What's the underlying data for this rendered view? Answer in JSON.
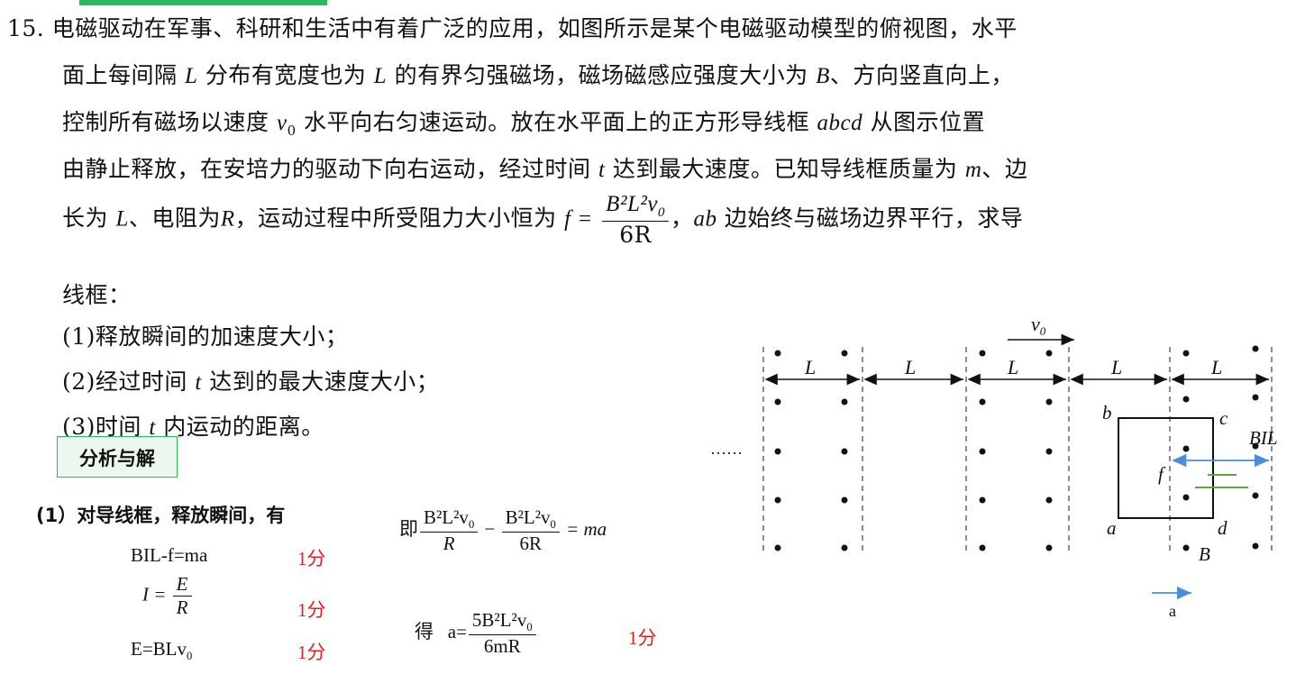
{
  "problem": {
    "number": "15.",
    "line1": "电磁驱动在军事、科研和生活中有着广泛的应用，如图所示是某个电磁驱动模型的俯视图，水平",
    "line2_a": "面上每间隔",
    "line2_b": "分布有宽度也为",
    "line2_c": "的有界匀强磁场，磁场磁感应强度大小为",
    "line2_d": "、方向竖直向上，",
    "line3_a": "控制所有磁场以速度",
    "line3_b": "水平向右匀速运动。放在水平面上的正方形导线框",
    "line3_c": "从图示位置",
    "line4_a": "由静止释放，在安培力的驱动下向右运动，经过时间",
    "line4_b": "达到最大速度。已知导线框质量为",
    "line4_c": "、边",
    "line5_a": "长为",
    "line5_b": "、电阻为",
    "line5_c": "，运动过程中所受阻力大小恒为",
    "line5_d": "，",
    "line5_e": "边始终与磁场边界平行，求导",
    "line6": "线框：",
    "q1": "(1)释放瞬间的加速度大小；",
    "q2_a": "(2)经过时间",
    "q2_b": "达到的最大速度大小；",
    "q3_a": "(3)时间",
    "q3_b": "内运动的距离。",
    "sym_L": "L",
    "sym_B": "B",
    "sym_v0": "v",
    "sym_v0_sub": "0",
    "sym_abcd": "abcd",
    "sym_t": "t",
    "sym_m": "m",
    "sym_R": "R",
    "sym_ab": "ab",
    "f_eq": "f =",
    "frac_num": "B²L²v",
    "frac_num_sub": "0",
    "frac_den": "6R"
  },
  "solution": {
    "tag": "分析与解",
    "step1_title": "(1）对导线框，释放瞬间，有",
    "eq1": "BIL-f=ma",
    "eq2_lhs": "I =",
    "eq2_num": "E",
    "eq2_den": "R",
    "eq3": "E=BLv",
    "eq3_sub": "0",
    "score": "1分",
    "ji": "即",
    "frac1_num": "B²L²v",
    "frac1_den": "R",
    "minus": "−",
    "frac2_num": "B²L²v",
    "frac2_den": "6R",
    "eq_rhs": "= ma",
    "de": "得",
    "a_lhs": "a=",
    "a_num": "5B²L²v",
    "a_den": "6mR",
    "sub0": "0"
  },
  "figure": {
    "L_label": "L",
    "v0_label": "v",
    "v0_sub": "0",
    "dots": "……",
    "b": "b",
    "c": "c",
    "a_corner": "a",
    "d": "d",
    "f": "f",
    "BIL": "BIL",
    "B": "B",
    "a_arrow": "a",
    "colors": {
      "blue": "#4a8fd6",
      "green": "#5aa845",
      "dash": "#666666"
    }
  }
}
